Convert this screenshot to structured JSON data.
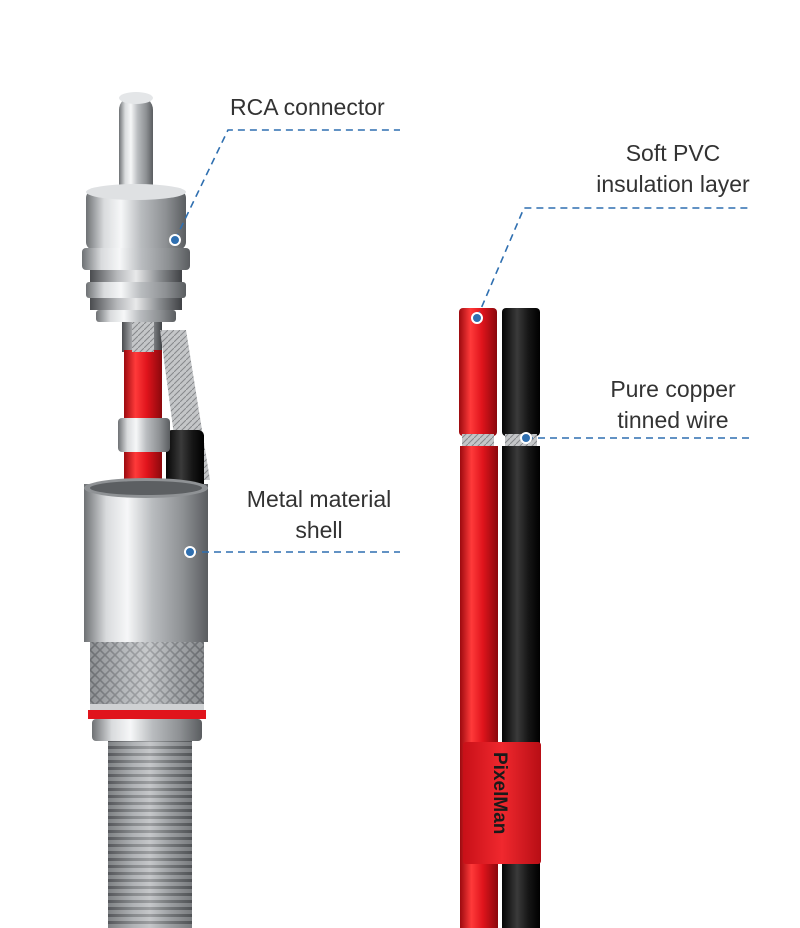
{
  "annotations": {
    "rca_connector": "RCA connector",
    "soft_pvc_line1": "Soft PVC",
    "soft_pvc_line2": "insulation layer",
    "copper_line1": "Pure copper",
    "copper_line2": "tinned wire",
    "shell_line1": "Metal material",
    "shell_line2": "shell"
  },
  "brand_sleeve_text": "PixelMan",
  "colors": {
    "leader_line": "#2f6fb0",
    "wire_red": "#e0141c",
    "wire_black": "#1a1a1a",
    "metal": "#c9cbcd",
    "label_text": "#333333"
  }
}
